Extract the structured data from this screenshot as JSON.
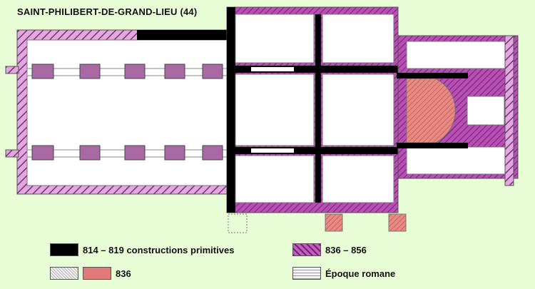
{
  "title": "SAINT-PHILIBERT-DE-GRAND-LIEU (44)",
  "legend": [
    {
      "label": "814 – 819 constructions primitives",
      "swatches": [
        "black"
      ]
    },
    {
      "label": "836",
      "swatches": [
        "grey-hatched",
        "red"
      ]
    },
    {
      "label": "836 – 856",
      "swatches": [
        "purple-hatched"
      ]
    },
    {
      "label": "Époque romane",
      "swatches": [
        "roman-lined"
      ]
    }
  ],
  "colors": {
    "background": "#e8fdd6",
    "primitive": "#000000",
    "purple_836_856": "#b74fb4",
    "red_836": "#e07a78",
    "roman": "#e3a6e0"
  }
}
